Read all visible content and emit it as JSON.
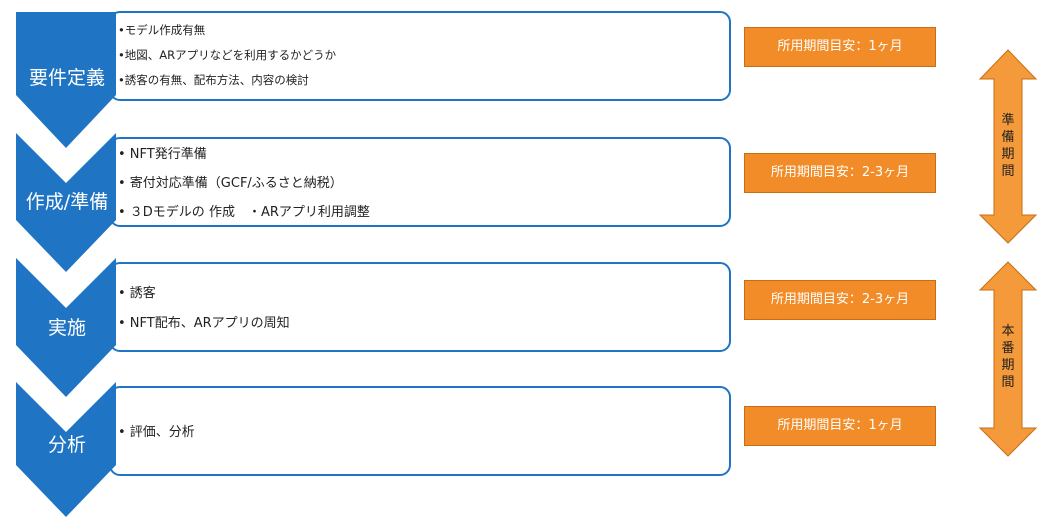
{
  "phases": [
    {
      "name": "要件定義",
      "items": [
        "•モデル作成有無",
        "•地図、ARアプリなどを利用するかどうか",
        "•誘客の有無、配布方法、内容の検討"
      ],
      "duration": "所用期間目安：1ヶ月"
    },
    {
      "name": "作成/準備",
      "items": [
        "• NFT発行準備",
        "• 寄付対応準備（GCF/ふるさと納税）",
        "• ３Dモデルの 作成　・ARアプリ利用調整"
      ],
      "duration": "所用期間目安：2-3ヶ月"
    },
    {
      "name": "実施",
      "items": [
        "• 誘客",
        "• NFT配布、ARアプリの周知"
      ],
      "duration": "所用期間目安：2-3ヶ月"
    },
    {
      "name": "分析",
      "items": [
        "• 評価、分析"
      ],
      "duration": "所用期間目安：1ヶ月"
    }
  ],
  "periods": [
    {
      "label": "準備期間"
    },
    {
      "label": "本番期間"
    }
  ],
  "colors": {
    "chevron": "#1f75c4",
    "box_border": "#1f75c4",
    "duration_fill": "#f28c28",
    "arrow_fill": "#f59a3a"
  }
}
